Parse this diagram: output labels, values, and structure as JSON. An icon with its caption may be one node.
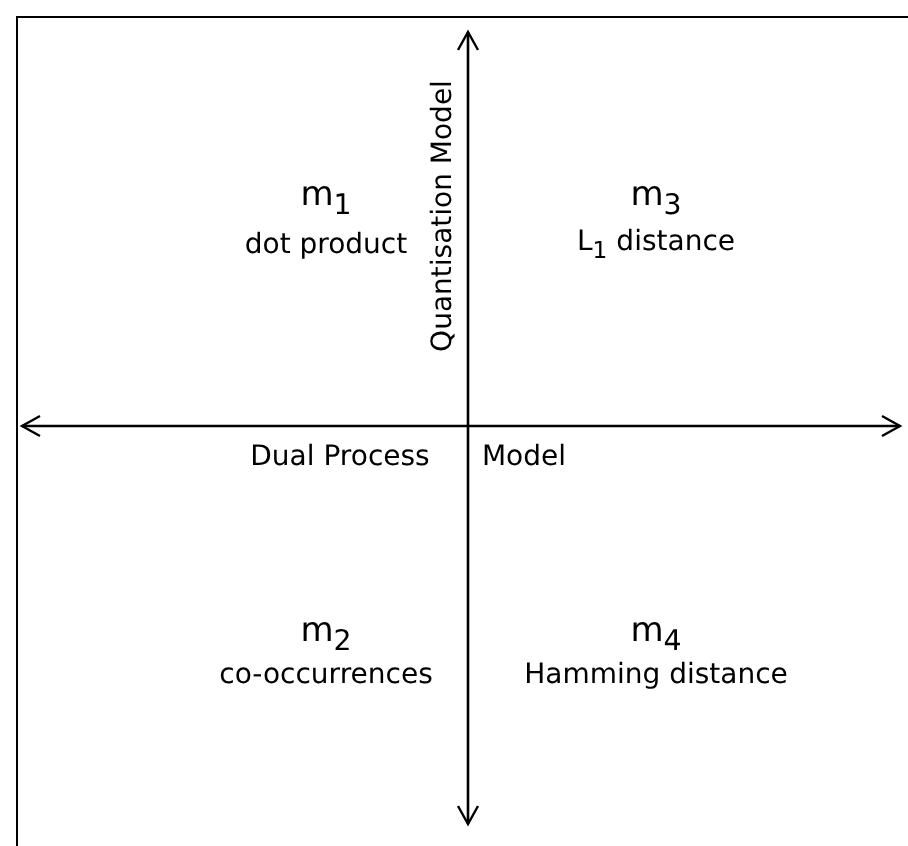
{
  "diagram": {
    "labels": [
      "m$_{1}$",
      "dot product",
      "Quantisation Model",
      "m$_{3}$",
      "L$_{1}$ distance",
      "Dual Process",
      "Model",
      "m$_{2}$",
      "co-occurrences",
      "m$_{4}$",
      "Hamming distance"
    ]
  }
}
